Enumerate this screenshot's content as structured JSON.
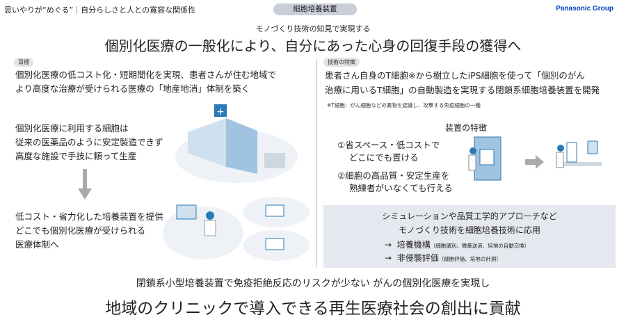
{
  "header": {
    "tagline": "思いやりが“めぐる”｜自分らしさと人との寛容な関係性",
    "category": "細胞培養装置",
    "brand": "Panasonic Group",
    "subtitle": "モノづくり技術の知見で実現する",
    "title": "個別化医療の一般化により、自分にあった心身の回復手段の獲得へ"
  },
  "left": {
    "label": "目標",
    "goal": [
      "個別化医療の低コスト化・短期間化を実現、患者さんが住む地域で",
      "より高度な治療が受けられる医療の「地産地消」体制を築く"
    ],
    "problem": [
      "個別化医療に利用する細胞は",
      "従来の医薬品のように安定製造できず",
      "高度な施設で手技に頼って生産"
    ],
    "solution": [
      "低コスト・省力化した培養装置を提供",
      "どこでも個別化医療が受けられる",
      "医療体制へ"
    ]
  },
  "right": {
    "label": "技術の特徴",
    "desc": [
      "患者さん自身のT細胞※から樹立したiPS細胞を使って「個別のがん",
      "治療に用いるT細胞」の自動製造を実現する閉鎖系細胞培養装置を開発"
    ],
    "note": "※T細胞：がん細胞などの異物を認識し、攻撃する免疫細胞の一種",
    "features_title": "装置の特徴",
    "features": [
      [
        "①省スペース・低コストで",
        "どこにでも置ける"
      ],
      [
        "②細胞の高品質・安定生産を",
        "熟練者がいなくても行える"
      ]
    ],
    "box": {
      "line1": "シミュレーションや品質工学的アプローチなど",
      "line2": "モノづくり技術を細胞培養技術に応用",
      "items": [
        {
          "arrow": "→",
          "main": "培養機構",
          "sub": "（細胞選別、微量送液、培地の自動交換）"
        },
        {
          "arrow": "→",
          "main": "非侵襲評価",
          "sub": "（細胞評価、培地の計測）"
        }
      ]
    }
  },
  "footer": {
    "line1": "閉鎖系小型培養装置で免疫拒絶反応のリスクが少ない がんの個別化医療を実現し",
    "line2": "地域のクリニックで導入できる再生医療社会の創出に貢献"
  },
  "colors": {
    "brand": "#0041c0",
    "box": "#e6e8ef",
    "illustration": "#2a7ab8"
  }
}
